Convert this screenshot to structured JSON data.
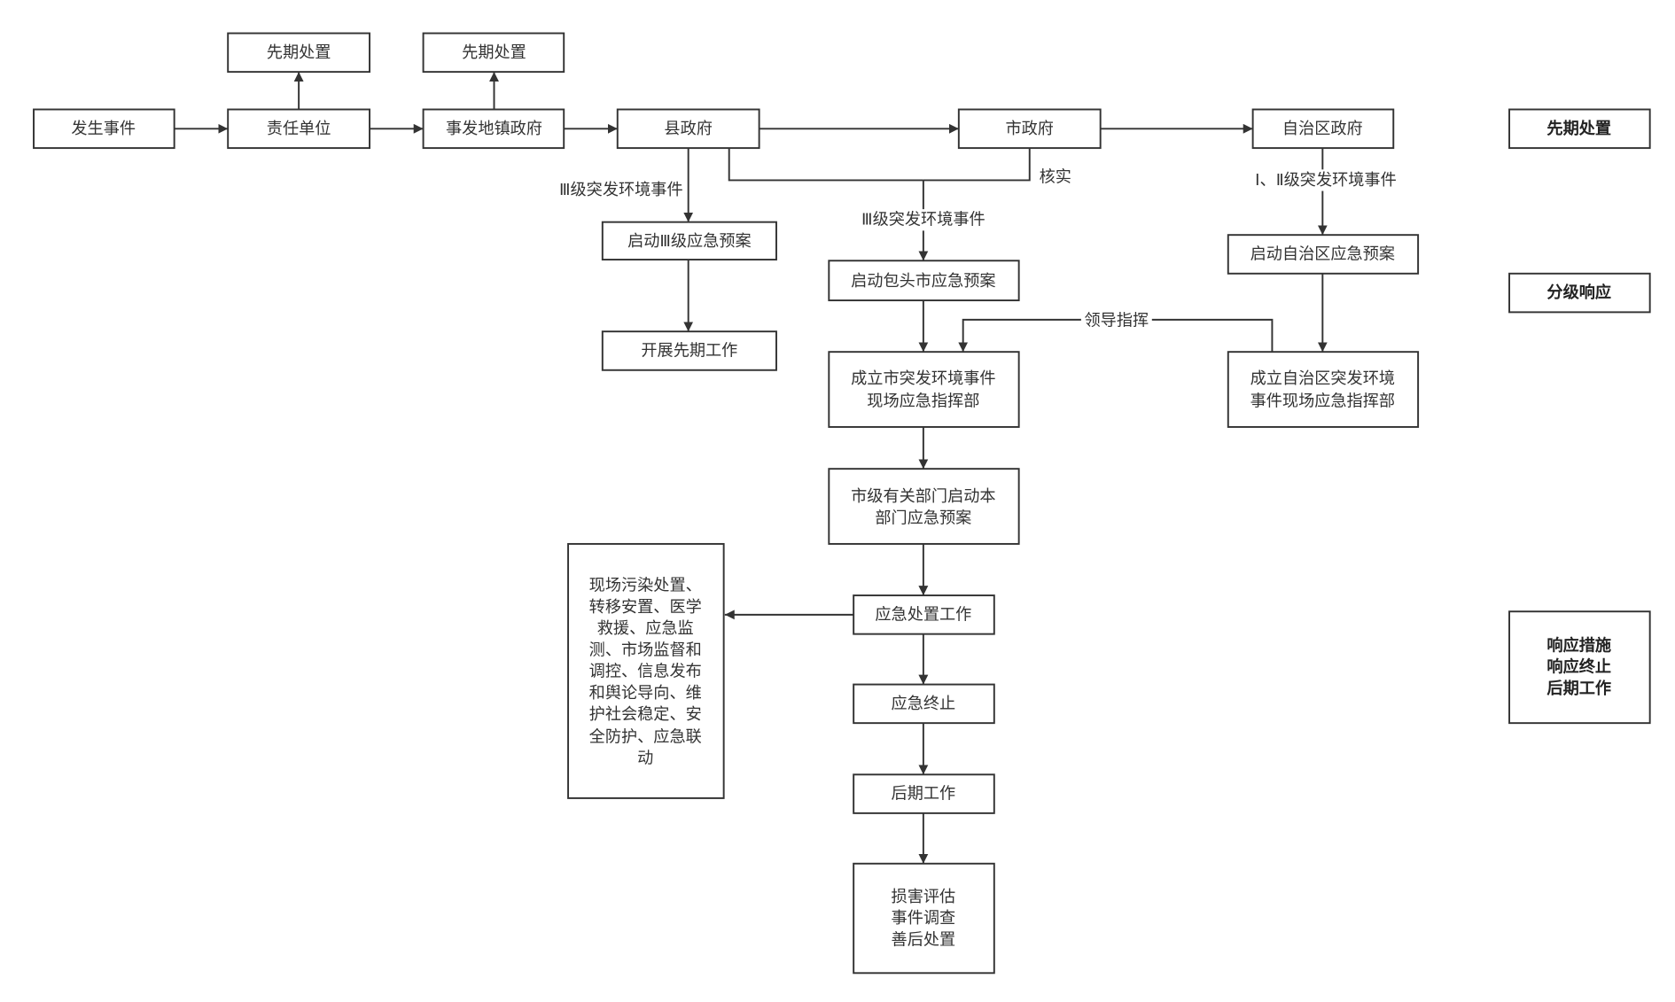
{
  "nodes": {
    "occur": "发生事件",
    "early1": "先期处置",
    "resp_unit": "责任单位",
    "early2": "先期处置",
    "town_gov": "事发地镇政府",
    "county_gov": "县政府",
    "city_gov": "市政府",
    "region_gov": "自治区政府",
    "start_l3": "启动Ⅲ级应急预案",
    "early_work": "开展先期工作",
    "start_city": "启动包头市应急预案",
    "city_hq": [
      "成立市突发环境事件",
      "现场应急指挥部"
    ],
    "city_dept": [
      "市级有关部门启动本",
      "部门应急预案"
    ],
    "handling": "应急处置工作",
    "terminate": "应急终止",
    "after": "后期工作",
    "assess": [
      "损害评估",
      "事件调查",
      "善后处置"
    ],
    "measures": [
      "现场污染处置、",
      "转移安置、医学",
      "救援、应急监",
      "测、市场监督和",
      "调控、信息发布",
      "和舆论导向、维",
      "护社会稳定、安",
      "全防护、应急联",
      "动"
    ],
    "start_region": "启动自治区应急预案",
    "region_hq": [
      "成立自治区突发环境",
      "事件现场应急指挥部"
    ]
  },
  "edge_labels": {
    "county_l3": "Ⅲ级突发环境事件",
    "verify": "核实",
    "city_l3": "Ⅲ级突发环境事件",
    "region_l12": "Ⅰ、Ⅱ级突发环境事件",
    "lead": "领导指挥"
  },
  "stages": {
    "stage1": "先期处置",
    "stage2": "分级响应",
    "stage3": [
      "响应措施",
      "响应终止",
      "后期工作"
    ]
  }
}
